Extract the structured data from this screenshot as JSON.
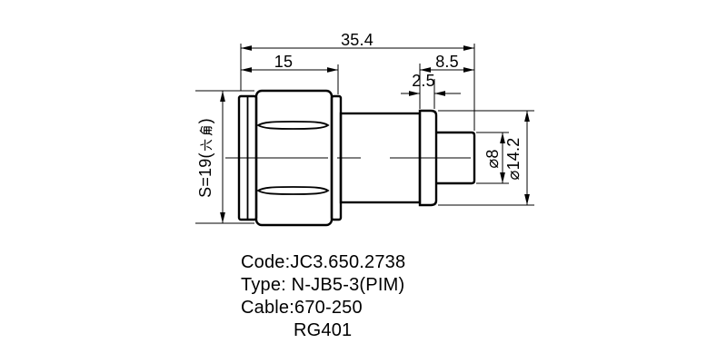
{
  "dimensions": {
    "overall_length": "35.4",
    "coupling_length": "15",
    "rear_length": "8.5",
    "flange_width": "2.5",
    "hex_size_full": "S=19(六角)",
    "hex_size_prefix": "S=19(",
    "hex_size_cjk": "六角",
    "hex_size_suffix": ")",
    "cable_entry_diameter": "⌀8",
    "flange_diameter": "⌀14.2"
  },
  "part_info": {
    "code": "Code:JC3.650.2738",
    "type": "Type: N-JB5-3(PIM)",
    "cable": "Cable:670-250",
    "cable2": "RG401"
  }
}
